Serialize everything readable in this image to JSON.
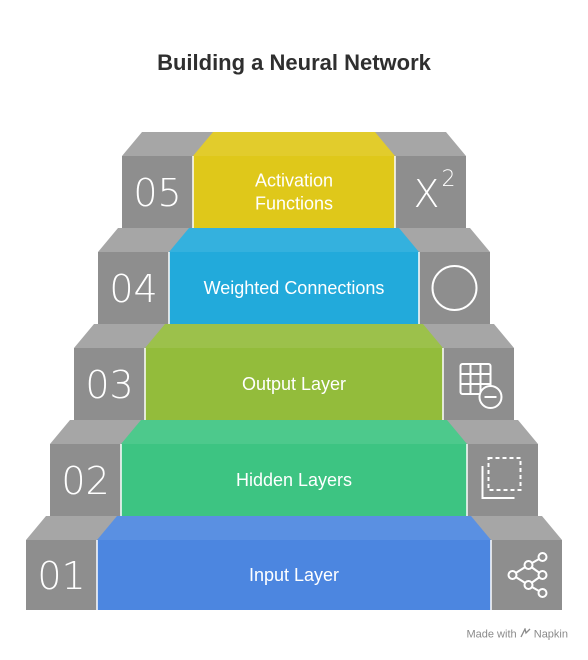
{
  "title": "Building a Neural Network",
  "steps": [
    {
      "number": "05",
      "label_lines": [
        "Activation",
        "Functions"
      ],
      "color": "#dfc81a",
      "icon": "x-squared-icon",
      "icon_text": "X",
      "icon_sup": "2"
    },
    {
      "number": "04",
      "label_lines": [
        "Weighted Connections"
      ],
      "color": "#22aadb",
      "icon": "circle-icon"
    },
    {
      "number": "03",
      "label_lines": [
        "Output Layer"
      ],
      "color": "#93bc3b",
      "icon": "grid-minus-icon"
    },
    {
      "number": "02",
      "label_lines": [
        "Hidden Layers"
      ],
      "color": "#3dc482",
      "icon": "dashed-square-icon"
    },
    {
      "number": "01",
      "label_lines": [
        "Input Layer"
      ],
      "color": "#4c86e0",
      "icon": "share-network-icon"
    }
  ],
  "colors": {
    "side_face": "#8e8e8e",
    "side_top": "#a6a6a6",
    "text_on_gray": "#ffffff"
  },
  "footer": {
    "made_with": "Made with",
    "brand": "Napkin"
  }
}
